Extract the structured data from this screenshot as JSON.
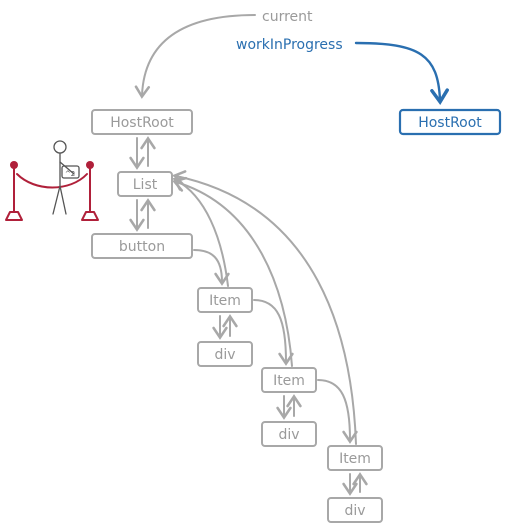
{
  "labels": {
    "current": "current",
    "work_in_progress": "workInProgress"
  },
  "current_tree": {
    "host_root": "HostRoot",
    "list": "List",
    "button": "button",
    "items": [
      {
        "item": "Item",
        "child": "div"
      },
      {
        "item": "Item",
        "child": "div"
      },
      {
        "item": "Item",
        "child": "div"
      }
    ]
  },
  "wip_tree": {
    "host_root": "HostRoot"
  },
  "colors": {
    "current_tree": "#a8a8a8",
    "work_in_progress": "#2a6fb0",
    "barrier": "#b0203a"
  },
  "icons": {
    "barrier": "rope-barrier-stick-figure-icon"
  }
}
